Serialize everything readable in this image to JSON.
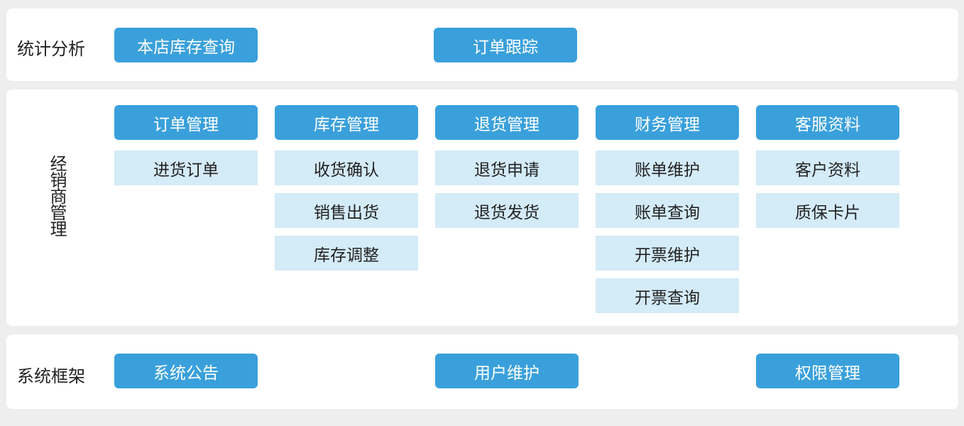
{
  "colors": {
    "page_bg": "#eeeeee",
    "panel_bg": "#ffffff",
    "primary_button": "#3aa0db",
    "sub_item_bg": "#d4ebf8",
    "text_dark": "#222222",
    "text_light": "#ffffff"
  },
  "stats": {
    "title": "统计分析",
    "buttons": [
      {
        "label": "本店库存查询"
      },
      {
        "label": "订单跟踪"
      }
    ]
  },
  "dealer": {
    "title": "经销商管理",
    "groups": [
      {
        "label": "订单管理",
        "items": [
          {
            "label": "进货订单"
          }
        ]
      },
      {
        "label": "库存管理",
        "items": [
          {
            "label": "收货确认"
          },
          {
            "label": "销售出货"
          },
          {
            "label": "库存调整"
          }
        ]
      },
      {
        "label": "退货管理",
        "items": [
          {
            "label": "退货申请"
          },
          {
            "label": "退货发货"
          }
        ]
      },
      {
        "label": "财务管理",
        "items": [
          {
            "label": "账单维护"
          },
          {
            "label": "账单查询"
          },
          {
            "label": "开票维护"
          },
          {
            "label": "开票查询"
          }
        ]
      },
      {
        "label": "客服资料",
        "items": [
          {
            "label": "客户资料"
          },
          {
            "label": "质保卡片"
          }
        ]
      }
    ]
  },
  "system": {
    "title": "系统框架",
    "buttons": [
      {
        "label": "系统公告"
      },
      {
        "label": "用户维护"
      },
      {
        "label": "权限管理"
      }
    ]
  }
}
